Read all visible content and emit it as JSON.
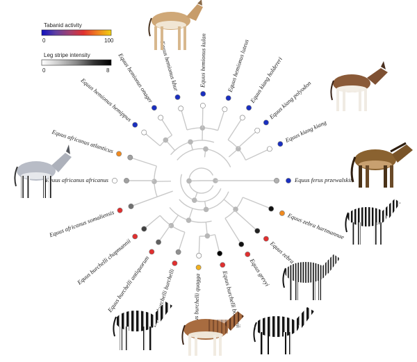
{
  "legends": {
    "tabanid": {
      "title": "Tabanid activity",
      "min_label": "0",
      "max_label": "100",
      "colors": [
        "#1010c0",
        "#6040a0",
        "#a04070",
        "#e03030",
        "#f08020",
        "#f0d010"
      ]
    },
    "stripe": {
      "title": "Leg stripe intensity",
      "min_label": "0",
      "max_label": "8",
      "colors": [
        "#ffffff",
        "#c8c8c8",
        "#888888",
        "#333333",
        "#000000"
      ]
    }
  },
  "taxa": [
    {
      "name": "Equus ferus przewalskii",
      "tabanid": "#1a2fc0",
      "stripe": "#b0b0b0"
    },
    {
      "name": "Equus kiang kiang",
      "tabanid": "#1a2fc0",
      "stripe": "#ffffff"
    },
    {
      "name": "Equus kiang polyodon",
      "tabanid": "#1a2fc0",
      "stripe": "#ffffff"
    },
    {
      "name": "Equus kiang holdereri",
      "tabanid": "#1a2fc0",
      "stripe": "#ffffff"
    },
    {
      "name": "Equus hemionus luteus",
      "tabanid": "#1a2fc0",
      "stripe": "#ffffff"
    },
    {
      "name": "Equus hemionus kulan",
      "tabanid": "#1a2fc0",
      "stripe": "#ffffff"
    },
    {
      "name": "Equus hemionus khur",
      "tabanid": "#1a2fc0",
      "stripe": "#ffffff"
    },
    {
      "name": "Equus hemionus onager",
      "tabanid": "#1a2fc0",
      "stripe": "#ffffff"
    },
    {
      "name": "Equus hemionus hemippus",
      "tabanid": "#1a2fc0",
      "stripe": "#ffffff"
    },
    {
      "name": "Equus africanus atlanticus",
      "tabanid": "#f08a20",
      "stripe": "#a0a0a0"
    },
    {
      "name": "Equus africanus africanus",
      "tabanid": "#ffffff",
      "stripe": "#a0a0a0"
    },
    {
      "name": "Equus africanus somaliensis",
      "tabanid": "#e03030",
      "stripe": "#707070"
    },
    {
      "name": "Equus burchelli chapmannii",
      "tabanid": "#e03030",
      "stripe": "#404040"
    },
    {
      "name": "Equus burchelli antiquorum",
      "tabanid": "#e03030",
      "stripe": "#606060"
    },
    {
      "name": "Equus burchelli burchelli",
      "tabanid": "#e03030",
      "stripe": "#909090"
    },
    {
      "name": "Equus burchelli quagga",
      "tabanid": "#f0b020",
      "stripe": "#ffffff"
    },
    {
      "name": "Equus burchelli boehmii",
      "tabanid": "#e03030",
      "stripe": "#000000"
    },
    {
      "name": "Equus grevyi",
      "tabanid": "#e03030",
      "stripe": "#111111"
    },
    {
      "name": "Equus zebra zebra",
      "tabanid": "#e03030",
      "stripe": "#222222"
    },
    {
      "name": "Equus zebra hartmannae",
      "tabanid": "#f08a20",
      "stripe": "#111111"
    }
  ],
  "illustrations": [
    {
      "name": "onager"
    },
    {
      "name": "kiang"
    },
    {
      "name": "przewalski-horse"
    },
    {
      "name": "somali-wild-ass"
    },
    {
      "name": "hartmann-zebra"
    },
    {
      "name": "grevy-zebra"
    },
    {
      "name": "plains-zebra-left"
    },
    {
      "name": "quagga"
    },
    {
      "name": "plains-zebra-right"
    }
  ]
}
